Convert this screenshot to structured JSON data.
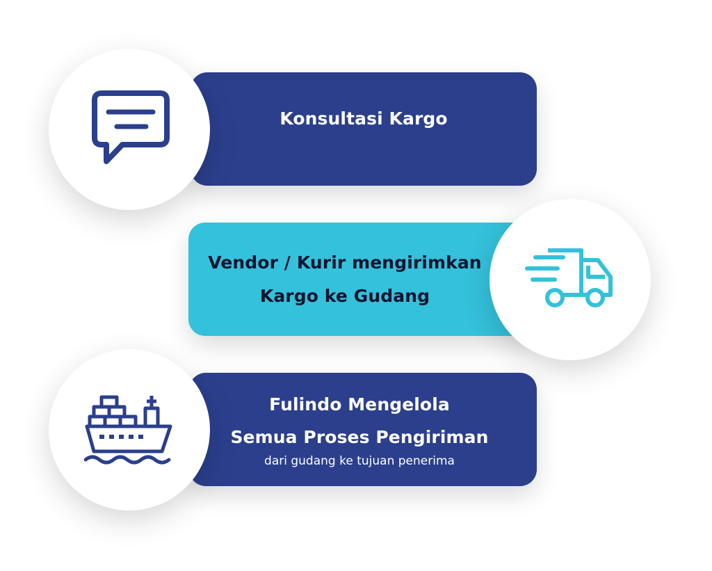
{
  "steps": [
    {
      "title": [
        "Konsultasi Kargo"
      ],
      "subtitle": "",
      "icon": "chat-bubble-icon",
      "card_color": "#2B3F8C",
      "text_color": "#FFFFFF"
    },
    {
      "title": [
        "Vendor / Kurir mengirimkan",
        "Kargo ke Gudang"
      ],
      "subtitle": "",
      "icon": "delivery-truck-icon",
      "card_color": "#34C1DB",
      "text_color": "#0E1530"
    },
    {
      "title": [
        "Fulindo Mengelola",
        "Semua Proses Pengiriman"
      ],
      "subtitle": "dari gudang ke tujuan penerima",
      "icon": "cargo-ship-icon",
      "card_color": "#2B3F8C",
      "text_color": "#FFFFFF"
    }
  ],
  "colors": {
    "icon_dark": "#2B3F8C",
    "icon_light": "#34C1DB"
  }
}
